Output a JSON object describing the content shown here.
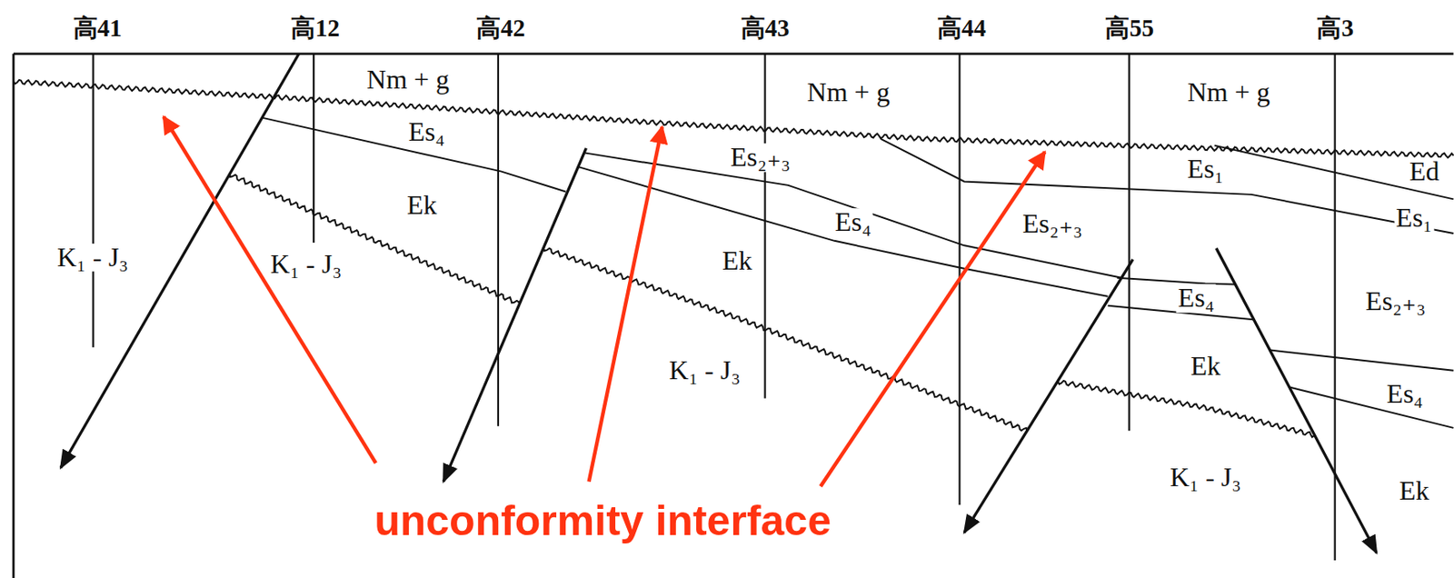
{
  "diagram": {
    "labels": [
      "高41",
      "高12",
      "高42",
      "高43",
      "高44",
      "高55",
      "高3",
      "Nm + g",
      "Nm + g",
      "Nm + g",
      "Es₄",
      "Ek",
      "K₁ - J₃",
      "K₁ - J₃",
      "Es₂₊₃",
      "Es₄",
      "Ek",
      "K₁ - J₃",
      "Es₂₊₃",
      "Es₁",
      "Ed",
      "Es₁",
      "Es₂₊₃",
      "Es₄",
      "Ek",
      "Es₄",
      "K₁ - J₃",
      "Ek",
      "unconformity interface"
    ]
  }
}
